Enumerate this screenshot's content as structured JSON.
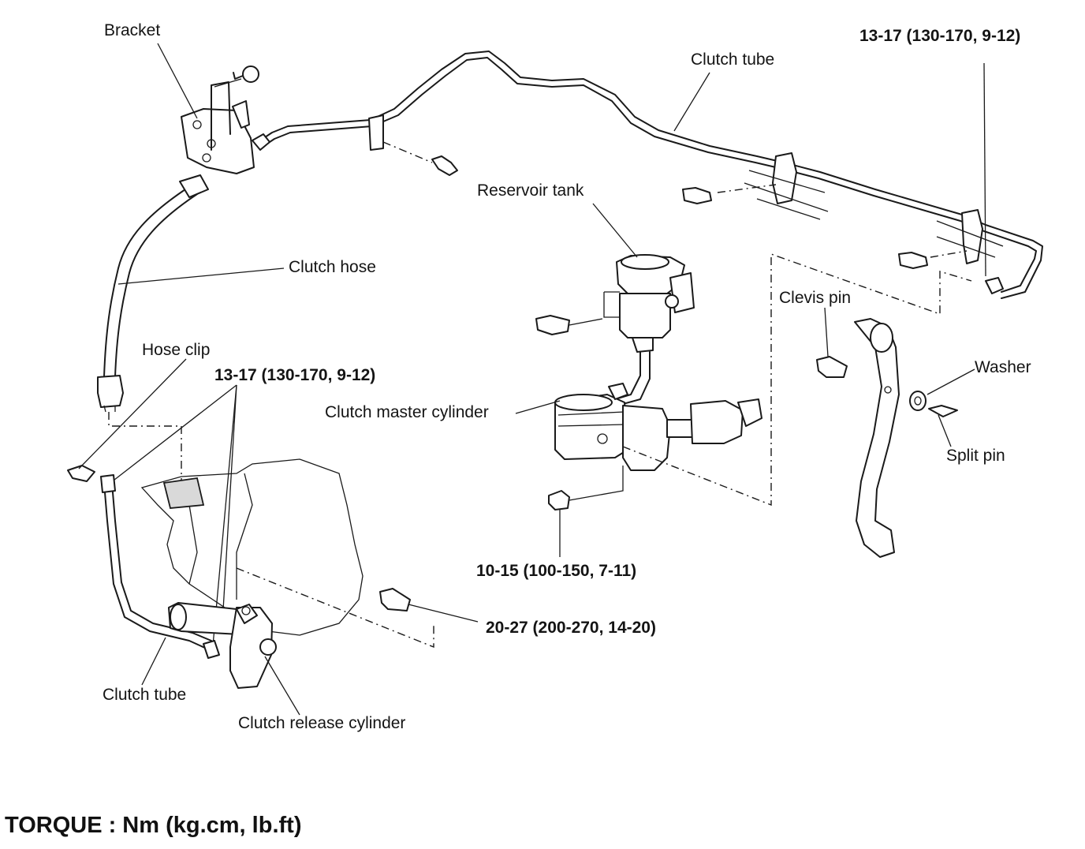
{
  "labels": {
    "bracket": "Bracket",
    "clutch_tube_top": "Clutch tube",
    "torque_top_right": "13-17 (130-170, 9-12)",
    "reservoir_tank": "Reservoir tank",
    "clutch_hose": "Clutch hose",
    "clevis_pin": "Clevis pin",
    "hose_clip": "Hose clip",
    "torque_hose_clip": "13-17 (130-170, 9-12)",
    "washer": "Washer",
    "clutch_master_cylinder": "Clutch master cylinder",
    "split_pin": "Split pin",
    "torque_master_nut": "10-15 (100-150, 7-11)",
    "torque_release_bolt": "20-27 (200-270, 14-20)",
    "clutch_tube_bottom": "Clutch tube",
    "clutch_release_cylinder": "Clutch release cylinder"
  },
  "footer": {
    "torque_units": "TORQUE : Nm (kg.cm, lb.ft)"
  }
}
